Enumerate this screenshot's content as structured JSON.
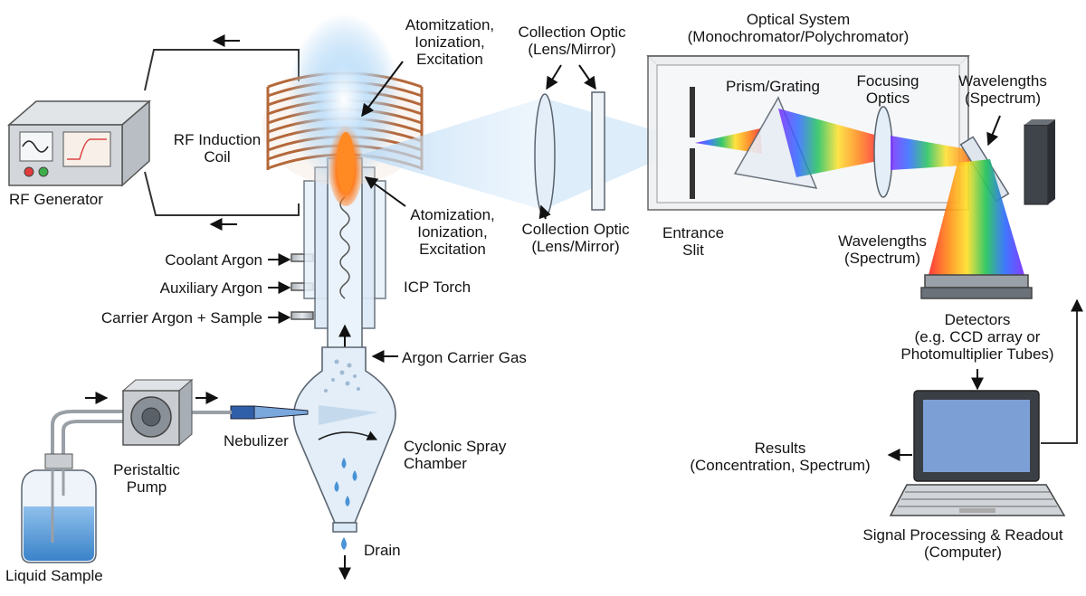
{
  "colors": {
    "coil": "#b4683a",
    "flame": "#ff7a1a",
    "plasma_glow": "#8fc4ee",
    "glass": "#e3eef8",
    "liquid": "#4a93d6",
    "metal": "#c9cdd2",
    "outline": "#3b3f45",
    "arrow": "#111111"
  },
  "icons": {
    "rf_generator": "rf-generator-box-icon",
    "flow_arrow": "arrow-icon",
    "computer": "laptop-icon",
    "detector": "detector-array-icon"
  },
  "labels": {
    "rf_generator": "RF Generator",
    "rf_coil": [
      "RF Induction",
      "Coil"
    ],
    "atom_top": [
      "Atomitzation,",
      "Ionization,",
      "Excitation"
    ],
    "atom_mid": [
      "Atomization,",
      "Ionization,",
      "Excitation"
    ],
    "coolant_argon": "Coolant Argon",
    "auxiliary_argon": "Auxiliary Argon",
    "carrier_argon": "Carrier Argon + Sample",
    "icp_torch": "ICP Torch",
    "argon_carrier_gas": "Argon Carrier Gas",
    "nebulizer": "Nebulizer",
    "peristaltic_pump": [
      "Peristaltic",
      "Pump"
    ],
    "liquid_sample": "Liquid Sample",
    "spray_chamber": [
      "Cyclonic Spray",
      "Chamber"
    ],
    "drain": "Drain",
    "collection_optic_top": [
      "Collection Optic",
      "(Lens/Mirror)"
    ],
    "collection_optic_bottom": [
      "Collection Optic",
      "(Lens/Mirror)"
    ],
    "entrance_slit": [
      "Entrance",
      "Slit"
    ],
    "optical_system": [
      "Optical System",
      "(Monochromator/Polychromator)"
    ],
    "prism_grating": "Prism/Grating",
    "focusing_optics": [
      "Focusing",
      "Optics"
    ],
    "wavelengths_top": [
      "Wavelengths",
      "(Spectrum)"
    ],
    "wavelengths_mid": [
      "Wavelengths",
      "(Spectrum)"
    ],
    "detectors": [
      "Detectors",
      "(e.g. CCD array or",
      "Photomultiplier Tubes)"
    ],
    "results": [
      "Results",
      "(Concentration, Spectrum)"
    ],
    "signal_processing": [
      "Signal Processing & Readout",
      "(Computer)"
    ]
  }
}
